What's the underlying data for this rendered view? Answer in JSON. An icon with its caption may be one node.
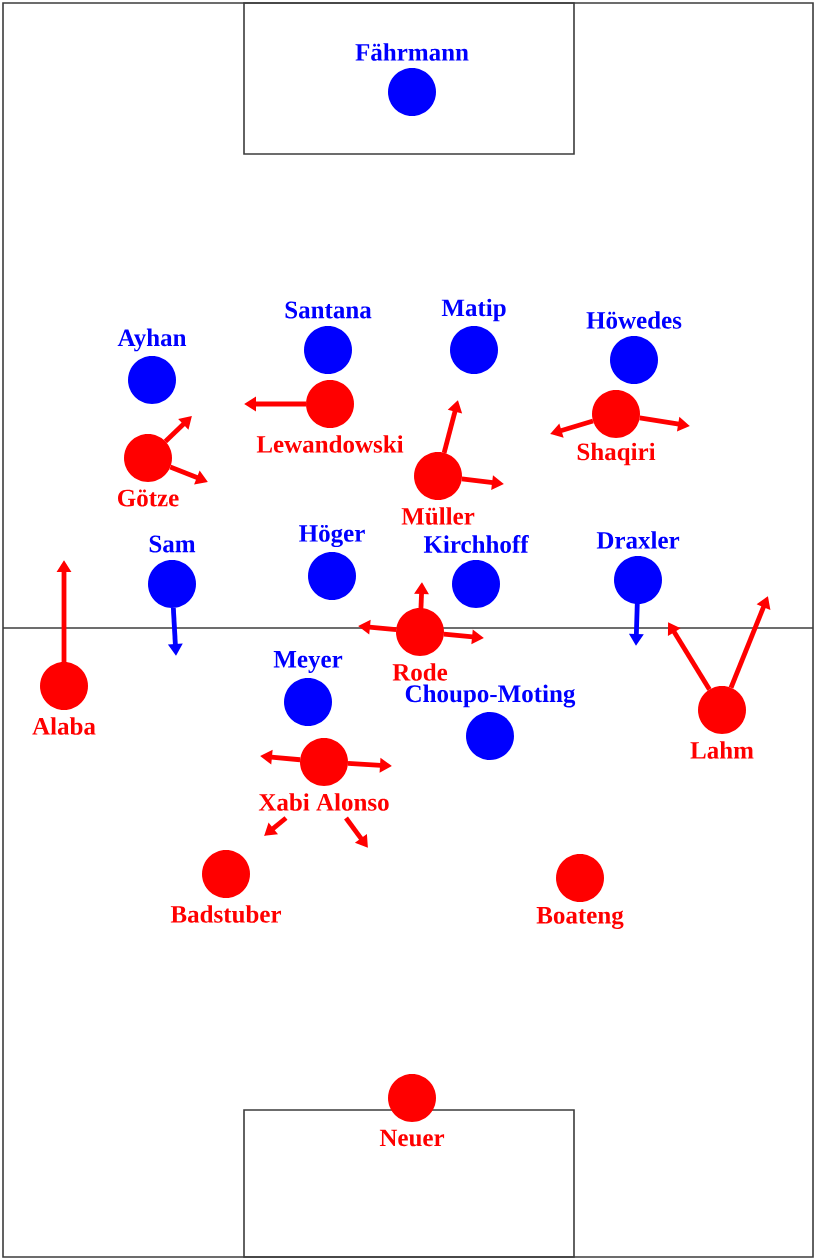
{
  "diagram": {
    "nodes": [
      {
        "text": [
          "Fährmann"
        ]
      },
      {
        "text": [
          "Santana"
        ]
      },
      {
        "text": [
          "Matip"
        ]
      },
      {
        "text": [
          "Höwedes"
        ]
      },
      {
        "text": [
          "Ayhan"
        ]
      },
      {
        "text": [
          "Lewandowski"
        ]
      },
      {
        "text": [
          "Shaqiri"
        ]
      },
      {
        "text": [
          "Götze"
        ]
      },
      {
        "text": [
          "Müller"
        ]
      },
      {
        "text": [
          "Höger"
        ]
      },
      {
        "text": [
          "Draxler"
        ]
      },
      {
        "text": [
          "Sam"
        ]
      },
      {
        "text": [
          "Kirchhoff"
        ]
      },
      {
        "text": [
          "Rode"
        ]
      },
      {
        "text": [
          "Alaba"
        ]
      },
      {
        "text": [
          "Meyer"
        ]
      },
      {
        "text": [
          "Lahm"
        ]
      },
      {
        "text": [
          "Choupo-Moting"
        ]
      },
      {
        "text": [
          "Xabi Alonso"
        ]
      },
      {
        "text": [
          "Badstuber"
        ]
      },
      {
        "text": [
          "Boateng"
        ]
      },
      {
        "text": [
          "Neuer"
        ]
      }
    ],
    "edges": [
      {
        "from": 7,
        "to": null,
        "arrow": "to"
      },
      {
        "from": 7,
        "to": null,
        "arrow": "to"
      },
      {
        "from": 5,
        "to": null,
        "arrow": "to"
      },
      {
        "from": 8,
        "to": null,
        "arrow": "to"
      },
      {
        "from": 8,
        "to": null,
        "arrow": "to"
      },
      {
        "from": 6,
        "to": null,
        "arrow": "to"
      },
      {
        "from": 6,
        "to": null,
        "arrow": "to"
      },
      {
        "from": 14,
        "to": null,
        "arrow": "to"
      },
      {
        "from": 13,
        "to": null,
        "arrow": "to"
      },
      {
        "from": 13,
        "to": null,
        "arrow": "to"
      },
      {
        "from": 13,
        "to": null,
        "arrow": "to"
      },
      {
        "from": 16,
        "to": null,
        "arrow": "to"
      },
      {
        "from": 16,
        "to": null,
        "arrow": "to"
      },
      {
        "from": 18,
        "to": null,
        "arrow": "to"
      },
      {
        "from": 18,
        "to": null,
        "arrow": "to"
      },
      {
        "from": 18,
        "to": null,
        "arrow": "to"
      },
      {
        "from": 18,
        "to": null,
        "arrow": "to"
      },
      {
        "from": 11,
        "to": null,
        "arrow": "to",
        "color": "#0000ff"
      },
      {
        "from": 10,
        "to": null,
        "arrow": "to",
        "color": "#0000ff"
      }
    ]
  }
}
